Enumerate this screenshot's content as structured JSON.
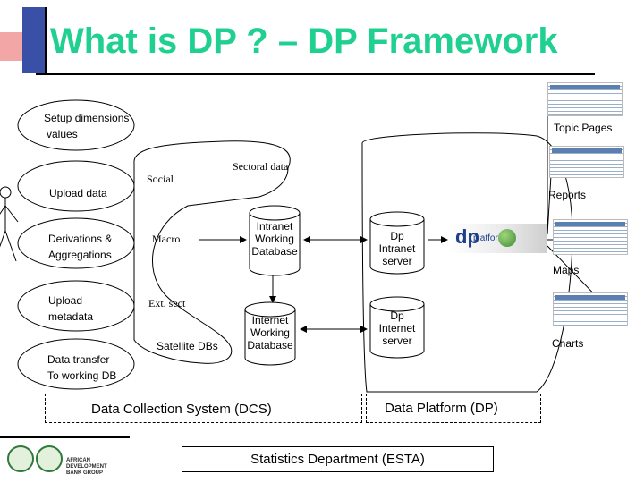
{
  "title": "What is DP ? – DP Framework",
  "left_ovals": {
    "setup": [
      "Setup dimensions",
      "values"
    ],
    "upload_data": "Upload data",
    "derivations": [
      "Derivations &",
      "Aggregations"
    ],
    "upload_metadata": [
      "Upload",
      "metadata"
    ],
    "data_transfer": [
      "Data transfer",
      "To working DB"
    ]
  },
  "sources": {
    "social": "Social",
    "sectoral": "Sectoral data",
    "macro": "Macro",
    "ext_sect": "Ext. sect",
    "satellite": "Satellite DBs"
  },
  "databases": {
    "intranet": [
      "Intranet",
      "Working",
      "Database"
    ],
    "internet": [
      "Internet",
      "Working",
      "Database"
    ]
  },
  "servers": {
    "intranet": [
      "Dp",
      "Intranet",
      "server"
    ],
    "internet": [
      "Dp",
      "Internet",
      "server"
    ]
  },
  "outputs": {
    "topic_pages": "Topic Pages",
    "reports": "Reports",
    "maps": "Maps",
    "charts": "Charts"
  },
  "boxes": {
    "dcs": "Data Collection System (DCS)",
    "dp": "Data Platform (DP)",
    "esta": "Statistics Department (ESTA)"
  },
  "logos": {
    "dp_mark": "dp",
    "dp_word": "platform",
    "afdb_lines": [
      "AFRICAN DEVELOPMENT",
      "BANK GROUP"
    ]
  },
  "colors": {
    "title": "#20d090",
    "accent_blue": "#3a4fa6",
    "accent_red": "#f2a6a6"
  }
}
